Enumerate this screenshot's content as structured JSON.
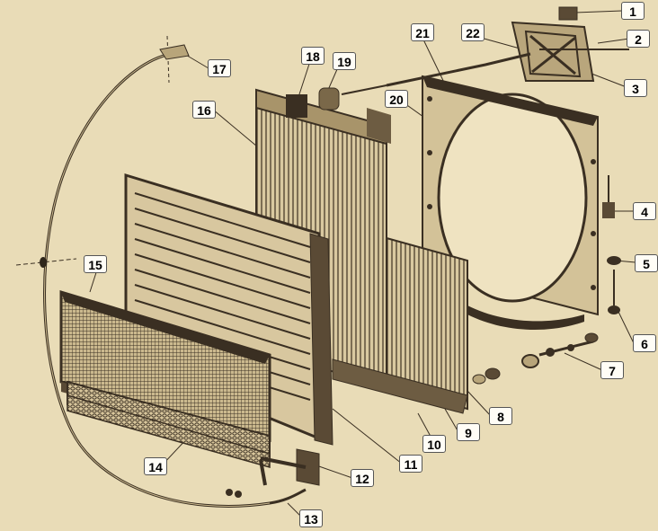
{
  "figure": {
    "background": "#e9dcb7",
    "ink": "#3a2f22",
    "callouts": [
      "1",
      "2",
      "3",
      "4",
      "5",
      "6",
      "7",
      "8",
      "9",
      "10",
      "11",
      "12",
      "13",
      "14",
      "15",
      "16",
      "17",
      "18",
      "19",
      "20",
      "21",
      "22"
    ]
  }
}
